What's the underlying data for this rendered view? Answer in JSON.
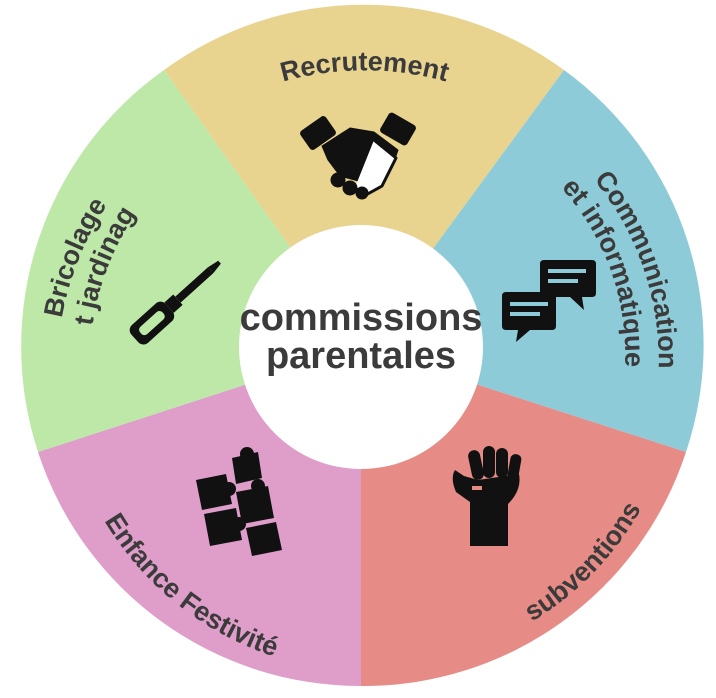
{
  "center": {
    "line1": "commissions",
    "line2": "parentales"
  },
  "segments": [
    {
      "id": "recrutement",
      "lines": [
        "Recrutement"
      ],
      "color": "#e8d38f",
      "icon": "handshake-icon"
    },
    {
      "id": "communication",
      "lines": [
        "Communication",
        "et informatique"
      ],
      "color": "#8ecbd8",
      "icon": "chat-bubbles-icon"
    },
    {
      "id": "subventions",
      "lines": [
        "subventions"
      ],
      "color": "#e68b86",
      "icon": "raised-fist-icon"
    },
    {
      "id": "enfance",
      "lines": [
        "Enfance Festivité"
      ],
      "color": "#df9dc9",
      "icon": "puzzle-pieces-icon"
    },
    {
      "id": "bricolage",
      "lines": [
        "Bricolage",
        "et jardinage"
      ],
      "color": "#bde8a8",
      "icon": "screwdriver-icon"
    }
  ]
}
